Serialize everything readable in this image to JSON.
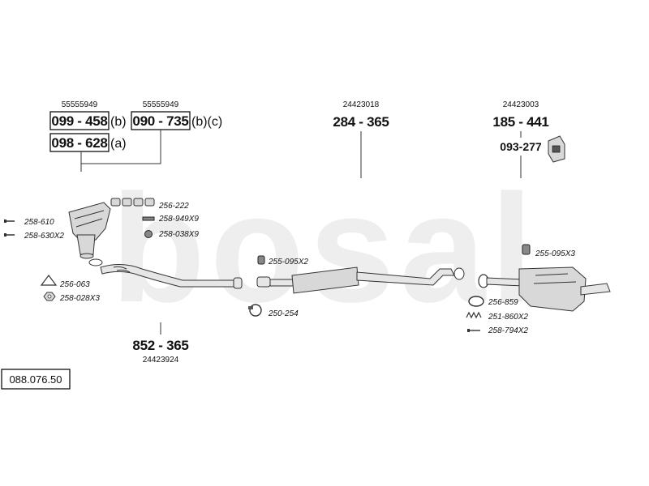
{
  "watermark": "bosal",
  "reference_number": "088.076.50",
  "groups": {
    "front_left": {
      "oe_a": "55555949",
      "oe_b": "55555949",
      "part_b1": "099 - 458",
      "suffix_b1": "(b)",
      "part_b2": "090 - 735",
      "suffix_b2": "(b)(c)",
      "part_a": "098 - 628",
      "suffix_a": "(a)"
    },
    "centre_top": {
      "oe": "24423018",
      "part": "284 - 365"
    },
    "rear_top": {
      "oe": "24423003",
      "part": "185 - 441",
      "mount_part": "093-277"
    },
    "front_pipe_bottom": {
      "part": "852 - 365",
      "oe": "24423924"
    }
  },
  "fittings": {
    "f256_222": "256-222",
    "f258_949": "258-949X9",
    "f258_610": "258-610",
    "f258_630": "258-630X2",
    "f258_038": "258-038X9",
    "f256_063": "256-063",
    "f258_028": "258-028X3",
    "f255_095_mid": "255-095X2",
    "f250_254": "250-254",
    "f255_095_rear": "255-095X3",
    "f256_859": "256-859",
    "f251_860": "251-860X2",
    "f258_794": "258-794X2"
  }
}
